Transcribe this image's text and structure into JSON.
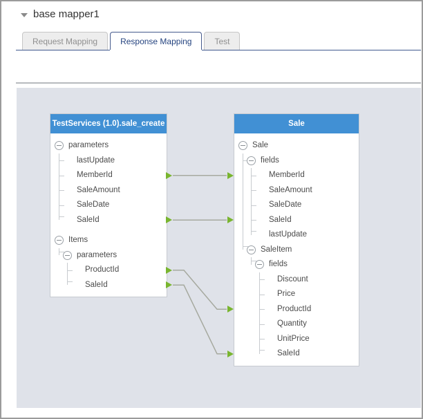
{
  "window": {
    "title": "base mapper1"
  },
  "tabs": [
    {
      "label": "Request Mapping",
      "active": false
    },
    {
      "label": "Response Mapping",
      "active": true
    },
    {
      "label": "Test",
      "active": false
    }
  ],
  "colors": {
    "panel_header_blue": "#4190d4",
    "tab_active_text": "#24437f",
    "tab_underline": "#40598e",
    "canvas_background": "#dfe2e9",
    "connector_line": "#a6a99f",
    "connector_arrow_green": "#79b52f"
  },
  "mapper": {
    "source_panel": {
      "title": "TestServices (1.0).sale_create",
      "groups": [
        [
          {
            "id": "src-parameters",
            "label": "parameters",
            "level": 0,
            "parent": true
          },
          {
            "id": "src-lastUpdate",
            "label": "lastUpdate",
            "level": 1
          },
          {
            "id": "src-MemberId",
            "label": "MemberId",
            "level": 1,
            "port": true
          },
          {
            "id": "src-SaleAmount",
            "label": "SaleAmount",
            "level": 1
          },
          {
            "id": "src-SaleDate",
            "label": "SaleDate",
            "level": 1
          },
          {
            "id": "src-SaleId",
            "label": "SaleId",
            "level": 1,
            "port": true
          }
        ],
        [
          {
            "id": "src-Items",
            "label": "Items",
            "level": 0,
            "parent": true
          },
          {
            "id": "src-Items-parameters",
            "label": "parameters",
            "level": 1,
            "parent": true
          },
          {
            "id": "src-Items-ProductId",
            "label": "ProductId",
            "level": 2,
            "port": true
          },
          {
            "id": "src-Items-SaleId",
            "label": "SaleId",
            "level": 2,
            "port": true
          }
        ]
      ]
    },
    "target_panel": {
      "title": "Sale",
      "groups": [
        [
          {
            "id": "tgt-Sale",
            "label": "Sale",
            "level": 0,
            "parent": true
          },
          {
            "id": "tgt-fields",
            "label": "fields",
            "level": 1,
            "parent": true
          },
          {
            "id": "tgt-MemberId",
            "label": "MemberId",
            "level": 2,
            "port": true
          },
          {
            "id": "tgt-SaleAmount",
            "label": "SaleAmount",
            "level": 2
          },
          {
            "id": "tgt-SaleDate",
            "label": "SaleDate",
            "level": 2
          },
          {
            "id": "tgt-SaleId",
            "label": "SaleId",
            "level": 2,
            "port": true
          },
          {
            "id": "tgt-lastUpdate",
            "label": "lastUpdate",
            "level": 2
          },
          {
            "id": "tgt-SaleItem",
            "label": "SaleItem",
            "level": 1,
            "parent": true
          },
          {
            "id": "tgt-SaleItem-fields",
            "label": "fields",
            "level": 2,
            "parent": true
          },
          {
            "id": "tgt-Discount",
            "label": "Discount",
            "level": 3
          },
          {
            "id": "tgt-Price",
            "label": "Price",
            "level": 3
          },
          {
            "id": "tgt-ProductId",
            "label": "ProductId",
            "level": 3,
            "port": true
          },
          {
            "id": "tgt-Quantity",
            "label": "Quantity",
            "level": 3
          },
          {
            "id": "tgt-UnitPrice",
            "label": "UnitPrice",
            "level": 3
          },
          {
            "id": "tgt-SaleItem-SaleId",
            "label": "SaleId",
            "level": 3,
            "port": true
          }
        ]
      ]
    },
    "connections": [
      {
        "from": "src-MemberId",
        "to": "tgt-MemberId"
      },
      {
        "from": "src-SaleId",
        "to": "tgt-SaleId"
      },
      {
        "from": "src-Items-ProductId",
        "to": "tgt-ProductId"
      },
      {
        "from": "src-Items-SaleId",
        "to": "tgt-SaleItem-SaleId"
      }
    ]
  }
}
